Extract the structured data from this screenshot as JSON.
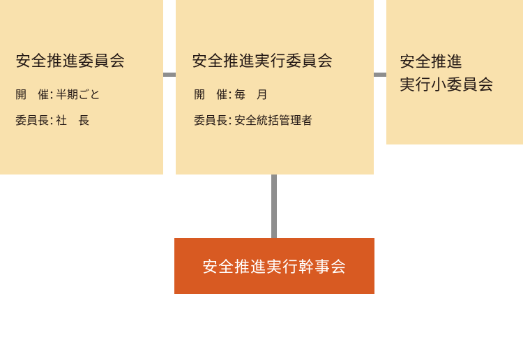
{
  "committee_left": {
    "title": "安全推進委員会",
    "meeting_key": "開　催",
    "meeting_value": "半期ごと",
    "chair_key": "委員長",
    "chair_value": "社　長"
  },
  "committee_center": {
    "title": "安全推進実行委員会",
    "meeting_key": "開　催",
    "meeting_value": "毎　月",
    "chair_key": "委員長",
    "chair_value": "安全統括管理者"
  },
  "committee_right": {
    "title_line1": "安全推進",
    "title_line2": "実行小委員会"
  },
  "committee_bottom": {
    "title": "安全推進実行幹事会"
  },
  "separator": "：",
  "colors": {
    "box_fill": "#f9e1ad",
    "connector": "#8e8e8e",
    "highlight_fill": "#d85a22",
    "highlight_text": "#ffffff",
    "text": "#231815"
  }
}
